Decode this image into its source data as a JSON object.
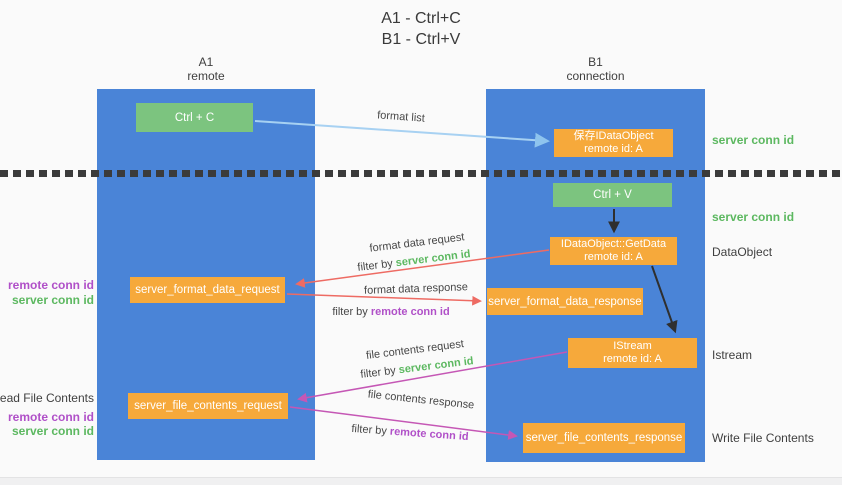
{
  "title": {
    "line1": "A1 - Ctrl+C",
    "line2": "B1 - Ctrl+V"
  },
  "columns": {
    "a": {
      "id": "A1",
      "role": "remote"
    },
    "b": {
      "id": "B1",
      "role": "connection"
    }
  },
  "nodes": {
    "ctrl_c": {
      "label": "Ctrl + C"
    },
    "ctrl_v": {
      "label": "Ctrl + V"
    },
    "save_idataobject": {
      "line1": "保存IDataObject",
      "line2": "remote id: A"
    },
    "idataobject_getdata": {
      "line1": "IDataObject::GetData",
      "line2": "remote id: A"
    },
    "istream": {
      "line1": "IStream",
      "line2": "remote id: A"
    },
    "server_format_data_request": {
      "label": "server_format_data_request"
    },
    "server_format_data_response": {
      "label": "server_format_data_response"
    },
    "server_file_contents_request": {
      "label": "server_file_contents_request"
    },
    "server_file_contents_response": {
      "label": "server_file_contents_response"
    }
  },
  "arrow_labels": {
    "format_list": "format list",
    "format_data_request": "format data request",
    "format_data_response": "format data response",
    "file_contents_request": "file contents request",
    "file_contents_response": "file contents response",
    "filter_by": "filter by ",
    "server_conn_id": "server conn id",
    "remote_conn_id": "remote conn id"
  },
  "side_labels": {
    "server_conn_id": "server conn id",
    "remote_conn_id": "remote conn id",
    "dataobject": "DataObject",
    "istream": "Istream",
    "read_file_contents": "Read File Contents",
    "write_file_contents": "Write File Contents"
  },
  "colors": {
    "column_blue": "#4a84d7",
    "node_orange": "#f6a93b",
    "node_green": "#7cc47f",
    "green_text": "#5cb860",
    "purple_text": "#b050c8",
    "red_arrow": "#ee6b63",
    "magenta_arrow": "#c557b5",
    "light_blue_arrow": "#a7d1f2",
    "black_arrow": "#2f2f2f"
  }
}
